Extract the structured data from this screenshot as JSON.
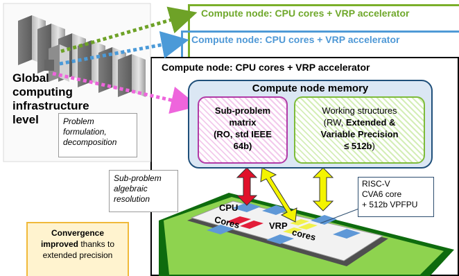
{
  "frames": {
    "green_title": "Compute node: CPU cores + VRP accelerator",
    "blue_title": "Compute node: CPU cores + VRP accelerator",
    "black_title": "Compute node: CPU cores + VRP accelerator"
  },
  "memory": {
    "title": "Compute node memory",
    "subproblem_line1": "Sub-problem",
    "subproblem_line2": "matrix",
    "subproblem_line3": "(RO, std IEEE",
    "subproblem_line4": "64b)",
    "working_line1": "Working structures",
    "working_line2_prefix": "(RW, ",
    "working_line2_bold": "Extended &",
    "working_line3": "Variable Precision",
    "working_line4": "≤ 512b",
    "working_line4_suffix": ")"
  },
  "global": {
    "line1": "Global",
    "line2": "computing",
    "line3": "infrastructure",
    "line4": "level"
  },
  "callouts": {
    "problem_formulation_1": "Problem",
    "problem_formulation_2": "formulation,",
    "problem_formulation_3": "decomposition",
    "subproblem_alg_1": "Sub-problem",
    "subproblem_alg_2": "algebraic",
    "subproblem_alg_3": "resolution",
    "riscv_1": "RISC-V",
    "riscv_2": "CVA6 core",
    "riscv_3": "+ 512b VPFPU",
    "convergence_bold1": "Convergence",
    "convergence_bold2": "improved",
    "convergence_rest": " thanks to",
    "convergence_line3": "extended precision"
  },
  "chip": {
    "cpu_line1": "CPU",
    "cpu_line2": "Cores",
    "vrp_line1": "VRP",
    "vrp_line2": "cores"
  },
  "colors": {
    "green": "#7aaf2a",
    "blue": "#4f9ad6",
    "magenta": "#f06be0",
    "red_arrow": "#e0102a",
    "yellow_arrow": "#f4f400"
  }
}
